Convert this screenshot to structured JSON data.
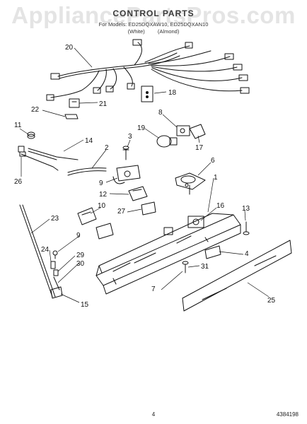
{
  "header": {
    "watermark": "AppliancePartsPros.com",
    "title": "CONTROL PARTS",
    "subtitle": "For Models: ED25DQXAW10, ED25DQXAN10",
    "variants": [
      "(White)",
      "(Almond)"
    ]
  },
  "callouts": [
    "20",
    "18",
    "21",
    "22",
    "8",
    "11",
    "3",
    "19",
    "17",
    "14",
    "2",
    "6",
    "26",
    "9",
    "1",
    "12",
    "10",
    "16",
    "13",
    "27",
    "23",
    "9",
    "24",
    "29",
    "30",
    "4",
    "31",
    "7",
    "15",
    "25"
  ],
  "footer": {
    "page_number": "4",
    "doc_number": "4384198"
  },
  "colors": {
    "line": "#111111",
    "watermark": "#e4e4e4",
    "background": "#ffffff"
  }
}
